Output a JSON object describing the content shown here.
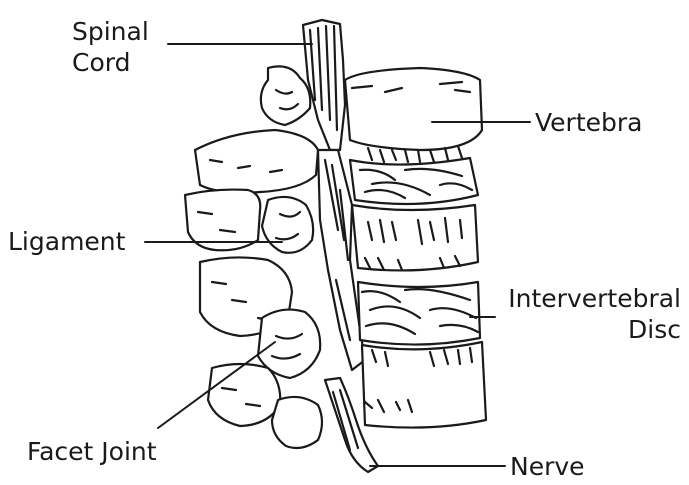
{
  "labels": {
    "spinal_cord": [
      "Spinal",
      "Cord"
    ],
    "vertebra": "Vertebra",
    "ligament": "Ligament",
    "intervertebral_disc": [
      "Intervertebral",
      "Disc"
    ],
    "facet_joint": "Facet Joint",
    "nerve": "Nerve"
  },
  "colors": {
    "ink": "#1a1a1a",
    "background": "#ffffff"
  }
}
